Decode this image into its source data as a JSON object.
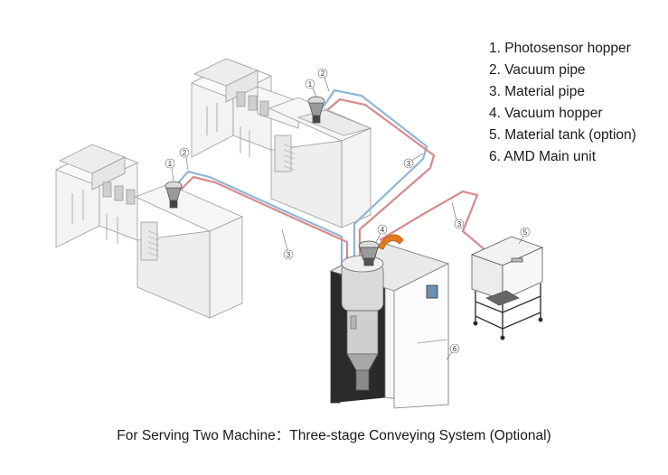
{
  "legend": {
    "items": [
      "1. Photosensor hopper",
      "2. Vacuum pipe",
      "3. Material pipe",
      "4. Vacuum hopper",
      "5. Material tank (option)",
      "6. AMD Main unit"
    ]
  },
  "callouts": {
    "photosensor_hopper": "1",
    "vacuum_pipe": "2",
    "material_pipe": "3",
    "vacuum_hopper": "4",
    "material_tank": "5",
    "main_unit": "6"
  },
  "caption": "For Serving Two Machine：Three-stage Conveying System (Optional)",
  "colors": {
    "vacuum_pipe": "#8fb6d6",
    "material_pipe": "#d88a8a",
    "machine_outline": "#9a9a9a",
    "machine_fill": "#f3f3f3",
    "unit_dark": "#2a2a2a",
    "orange_hose": "#e07a1f"
  }
}
